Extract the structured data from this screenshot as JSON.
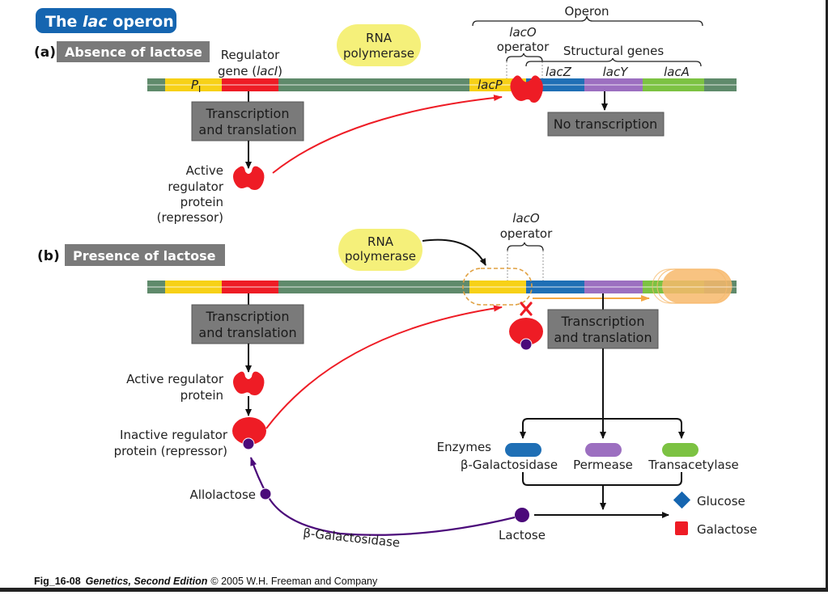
{
  "title": {
    "prefix": "The ",
    "italic": "lac",
    "suffix": " operon",
    "bg": "#1565b0"
  },
  "panel_a": {
    "tag": "(a)",
    "header": "Absence of lactose",
    "regulator_gene": {
      "line1": "Regulator",
      "line2_prefix": "gene (",
      "line2_italic": "lacI",
      "line2_suffix": ")"
    },
    "promoter_label": "P",
    "promoter_subscript": "I",
    "rna_polymerase": {
      "line1": "RNA",
      "line2": "polymerase"
    },
    "operon_label": "Operon",
    "laco": {
      "italic": "lacO",
      "line2": "operator"
    },
    "structural_genes_label": "Structural genes",
    "genes": [
      "lacZ",
      "lacY",
      "lacA"
    ],
    "lacp_label": "lacP",
    "transcription_box": {
      "line1": "Transcription",
      "line2": "and translation"
    },
    "no_transcription": "No transcription",
    "active_regulator": {
      "line1": "Active",
      "line2": "regulator",
      "line3": "protein",
      "line4": "(repressor)"
    }
  },
  "panel_b": {
    "tag": "(b)",
    "header": "Presence of lactose",
    "rna_polymerase": {
      "line1": "RNA",
      "line2": "polymerase"
    },
    "laco": {
      "italic": "lacO",
      "line2": "operator"
    },
    "transcription_box_left": {
      "line1": "Transcription",
      "line2": "and translation"
    },
    "transcription_box_right": {
      "line1": "Transcription",
      "line2": "and translation"
    },
    "active_regulator": {
      "line1": "Active regulator",
      "line2": "protein"
    },
    "inactive_regulator": {
      "line1": "Inactive regulator",
      "line2": "protein (repressor)"
    },
    "allolactose": "Allolactose",
    "beta_gal_arc": "β-Galactosidase",
    "enzymes_label": "Enzymes",
    "enzymes": [
      {
        "name": "β-Galactosidase",
        "color": "#1f6fb5"
      },
      {
        "name": "Permease",
        "color": "#9c6fc0"
      },
      {
        "name": "Transacetylase",
        "color": "#7cc242"
      }
    ],
    "lactose": "Lactose",
    "products": [
      {
        "name": "Glucose",
        "color": "#1565b0",
        "shape": "diamond"
      },
      {
        "name": "Galactose",
        "color": "#ee1c25",
        "shape": "square"
      }
    ]
  },
  "colors": {
    "dna_backbone": "#5f8a6b",
    "promoter": "#f7d117",
    "regulator": "#ee1c25",
    "lacZ": "#1f6fb5",
    "lacY": "#9c6fc0",
    "lacA": "#7cc242",
    "box": "#7a7a7a",
    "header": "#7a7a7a",
    "polymerase": "#f5f07a",
    "allolactose": "#4b0a7a",
    "transcript": "#f7b96b"
  },
  "footer": {
    "fig": "Fig_16-08",
    "book": "Genetics, Second Edition",
    "rest": "© 2005 W.H. Freeman and Company"
  }
}
